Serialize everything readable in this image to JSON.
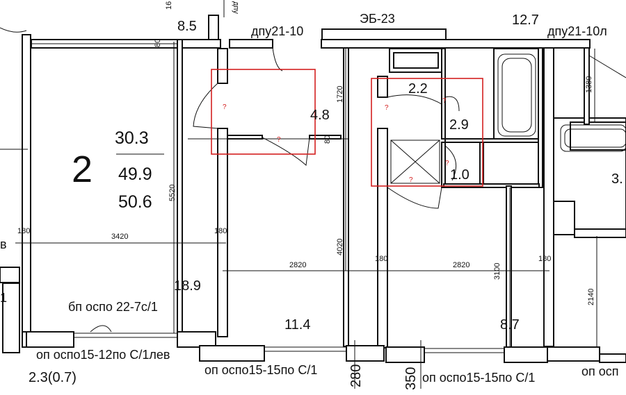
{
  "apartment": {
    "number": "2",
    "living_area": "30.3",
    "total_area": "49.9",
    "total_area_with_balcony": "50.6"
  },
  "rooms": {
    "room_large": "18.9",
    "hall": "4.8",
    "bath_a": "2.2",
    "bath_b": "2.9",
    "wc": "1.0",
    "kitchen": "11.4",
    "room_right": "8.7",
    "balcony": "2.3(0.7)",
    "top_left": "8.5",
    "top_right": "12.7",
    "right_cut": "3."
  },
  "elements": {
    "lintel_top_left": "дпу21-10",
    "lintel_top_center": "ЭБ-23",
    "lintel_top_right": "дпу21-10л",
    "balcony_block": "бп оспо 22-7с/1",
    "window_left": "оп оспо15-12по С/1лев",
    "window_mid": "оп оспо15-15по С/1",
    "window_right": "оп оспо15-15по С/1",
    "window_far_right": "оп осп",
    "fragment_v": "в",
    "fragment_1": "1",
    "fragment_dpu_top": "дпу"
  },
  "dimensions": {
    "d80_top": "80",
    "d80_mid": "80",
    "d1720": "1720",
    "d1380": "1380",
    "d5520": "5520",
    "d180_a": "180",
    "d180_b": "180",
    "d180_c": "180",
    "d180_d": "180",
    "d3420": "3420",
    "d2820_a": "2820",
    "d2820_b": "2820",
    "d4020": "4020",
    "d3100": "3100",
    "d2140": "2140",
    "d280": "280",
    "d350": "350",
    "d16": "16"
  },
  "markers": {
    "q": "?"
  }
}
